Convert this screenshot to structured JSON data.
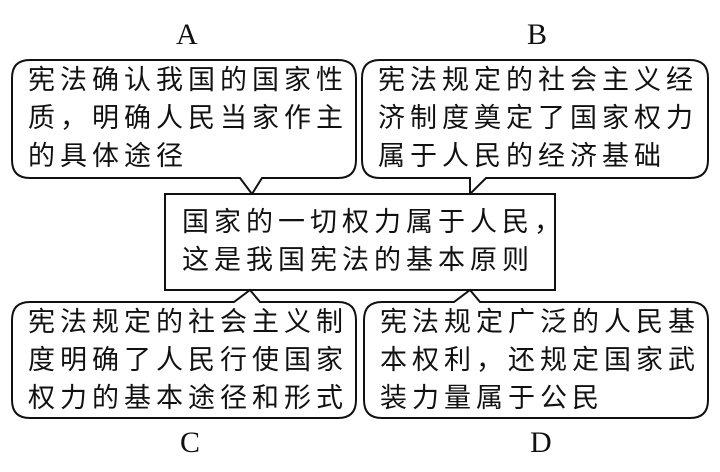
{
  "labels": {
    "a": "A",
    "b": "B",
    "c": "C",
    "d": "D"
  },
  "center": {
    "lines": [
      "国家的一切权力属于人民，",
      "这是我国宪法的基本原则"
    ]
  },
  "boxes": {
    "a": {
      "lines": [
        "宪法确认我国的国家性",
        "质，明确人民当家作主",
        "的具体途径"
      ]
    },
    "b": {
      "lines": [
        "宪法规定的社会主义经",
        "济制度奠定了国家权力",
        "属于人民的经济基础"
      ]
    },
    "c": {
      "lines": [
        "宪法规定的社会主义制",
        "度明确了人民行使国家",
        "权力的基本途径和形式"
      ]
    },
    "d": {
      "lines": [
        "宪法规定广泛的人民基",
        "本权利，还规定国家武",
        "装力量属于公民"
      ]
    }
  }
}
